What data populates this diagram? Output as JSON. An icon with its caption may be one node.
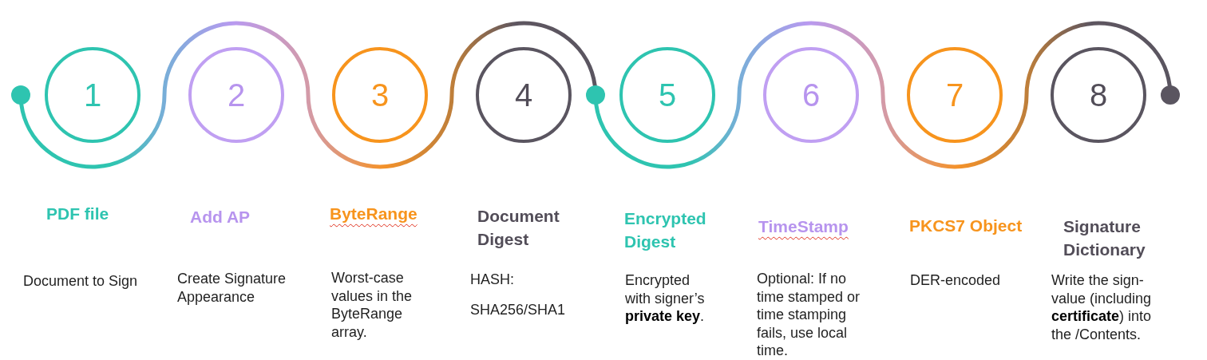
{
  "diagram": {
    "nodes": [
      {
        "text": [],
        "shape": "circle"
      },
      {
        "text": [
          "1"
        ],
        "beside": [
          "PDF file",
          "Document to Sign"
        ]
      },
      {
        "text": [
          "2"
        ],
        "beside": [
          "Add AP",
          "Create Signature Appearance"
        ]
      },
      {
        "text": [
          "3"
        ],
        "beside": [
          "ByteRange",
          "Worst-case values in the ByteRange array."
        ]
      },
      {
        "text": [
          "4"
        ],
        "beside": [
          "Document Digest",
          "HASH:",
          "SHA256/SHA1"
        ]
      },
      {
        "text": [],
        "shape": "circle"
      },
      {
        "text": [
          "5"
        ],
        "beside": [
          "Encrypted Digest",
          "Encrypted with signer’s **private key**."
        ]
      },
      {
        "text": [
          "6"
        ],
        "beside": [
          "TimeStamp",
          "Optional: If no time stamped or time stamping fails, use local time."
        ]
      },
      {
        "text": [
          "7"
        ],
        "beside": [
          "PKCS7 Object",
          "DER-encoded"
        ]
      },
      {
        "text": [
          "8"
        ],
        "beside": [
          "Signature Dictionary",
          "Write the sign-value (including **certificate**) into the /Contents."
        ]
      },
      {
        "text": [],
        "shape": "circle"
      }
    ],
    "edges": [
      {
        "from": 0,
        "to": 5,
        "arrow": "none"
      },
      {
        "from": 5,
        "to": 10,
        "arrow": "none"
      }
    ]
  }
}
